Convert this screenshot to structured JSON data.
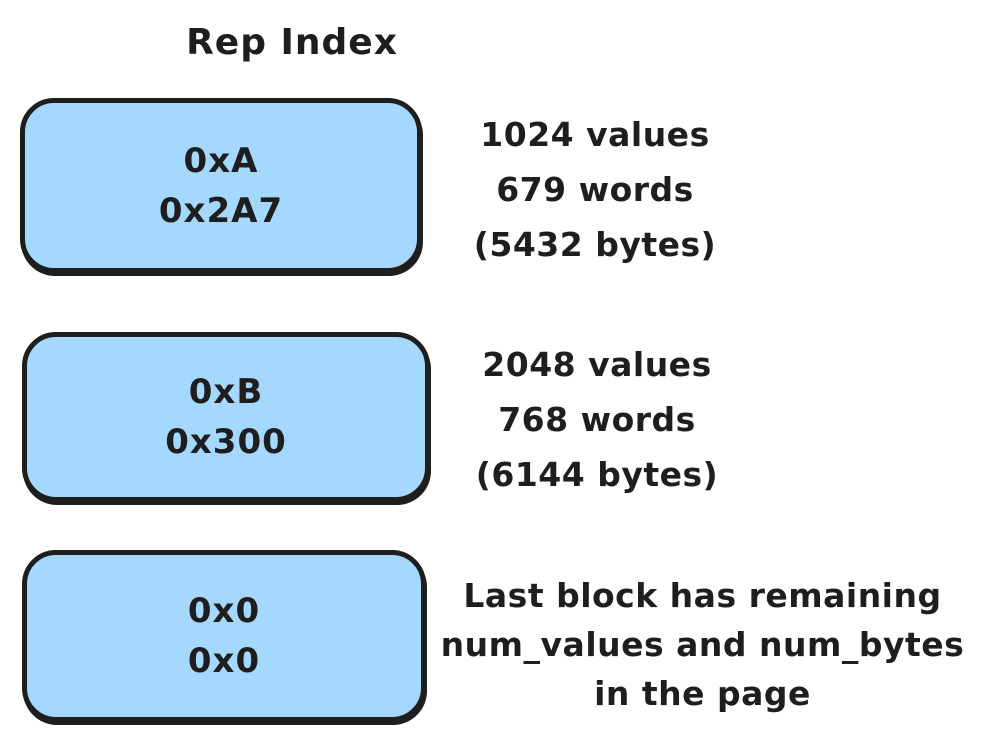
{
  "diagram": {
    "title": "Rep Index",
    "colors": {
      "block_fill": "#a5d8ff",
      "stroke": "#1e1e1e",
      "background": "#ffffff"
    },
    "blocks": [
      {
        "lines": [
          "0xA",
          "0x2A7"
        ],
        "note_lines": [
          "1024 values",
          "679 words",
          "(5432 bytes)"
        ]
      },
      {
        "lines": [
          "0xB",
          "0x300"
        ],
        "note_lines": [
          "2048 values",
          "768 words",
          "(6144 bytes)"
        ]
      },
      {
        "lines": [
          "0x0",
          "0x0"
        ],
        "note_lines": [
          "Last block has remaining",
          "num_values and num_bytes",
          "in the page"
        ]
      }
    ]
  }
}
